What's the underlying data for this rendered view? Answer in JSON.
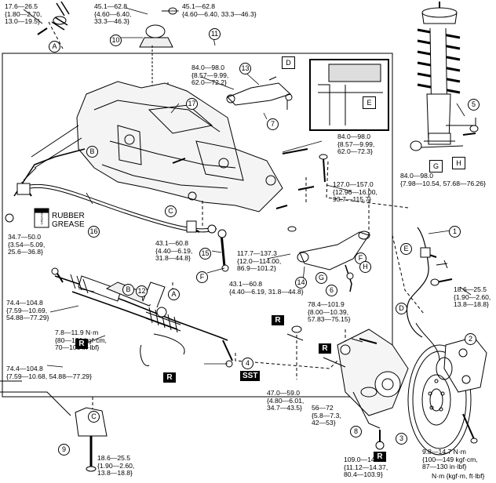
{
  "torques": {
    "t1": [
      "17.6—26.5",
      "{1.80—2.70,",
      "13.0—19.5}"
    ],
    "t2": [
      "45.1—62.8",
      "{4.60—6.40,",
      "33.3—46.3}"
    ],
    "t3": [
      "45.1—62.8",
      "{4.60—6.40, 33.3—46.3}"
    ],
    "t4": [
      "84.0—98.0",
      "{8.57—9.99,",
      "62.0—72.2}"
    ],
    "t5": [
      "84.0—98.0",
      "{8.57—9.99,",
      "62.0—72.3}"
    ],
    "t6": [
      "127.0—157.0",
      "{12.96—16.00,",
      "93.7—115.7}"
    ],
    "t7": [
      "34.7—50.0",
      "{3.54—5.09,",
      "25.6—36.8}"
    ],
    "t8": [
      "43.1—60.8",
      "{4.40—6.19,",
      "31.8—44.8}"
    ],
    "t9": [
      "117.7—137.3",
      "{12.0—114.00,",
      "86.9—101.2}"
    ],
    "t10": [
      "43.1—60.8",
      "{4.40—6.19, 31.8—44.8}"
    ],
    "t11": [
      "84.0—98.0",
      "{7.98—10.54, 57.68—76.26}"
    ],
    "t12": [
      "18.6—25.5",
      "{1.90—2.60,",
      "13.8—18.8}"
    ],
    "t13": [
      "78.4—101.9",
      "{8.00—10.39,",
      "57.83—75.15}"
    ],
    "t14": [
      "74.4—104.8",
      "{7.59—10.69,",
      "54.88—77.29}"
    ],
    "t15": [
      "7.8—11.9 N·m",
      "{80—121 kgf·cm,",
      "70—105 in·lbf}"
    ],
    "t16": [
      "74.4—104.8",
      "{7.59—10.68, 54.88—77.29}"
    ],
    "t17": [
      "47.0—59.0",
      "{4.80—6.01,",
      "34.7—43.5}"
    ],
    "t18": [
      "56—72",
      "{5.8—7.3,",
      "42—53}"
    ],
    "t19": [
      "9.8—14.7 N·m",
      "{100—149 kgf·cm,",
      "87—130 in·lbf}"
    ],
    "t20": [
      "18.6—25.5",
      "{1.90—2.60,",
      "13.8—18.8}"
    ],
    "t21": [
      "109.0—141.0",
      "{11.12—14.37,",
      "80.4—103.9}"
    ]
  },
  "unit_note": "N·m {kgf·m, ft·lbf}",
  "grease_label": [
    "RUBBER",
    "GREASE"
  ],
  "grease_can_text": "GREASE",
  "markers": {
    "replace": "R",
    "sst": "SST"
  },
  "part_numbers": [
    "1",
    "2",
    "3",
    "4",
    "5",
    "6",
    "7",
    "8",
    "9",
    "10",
    "11",
    "12",
    "13",
    "14",
    "15",
    "16",
    "17"
  ],
  "circle_letters": [
    "A",
    "B",
    "C",
    "D",
    "E",
    "F",
    "G",
    "H"
  ],
  "square_letters": [
    "D",
    "E",
    "G",
    "H"
  ]
}
